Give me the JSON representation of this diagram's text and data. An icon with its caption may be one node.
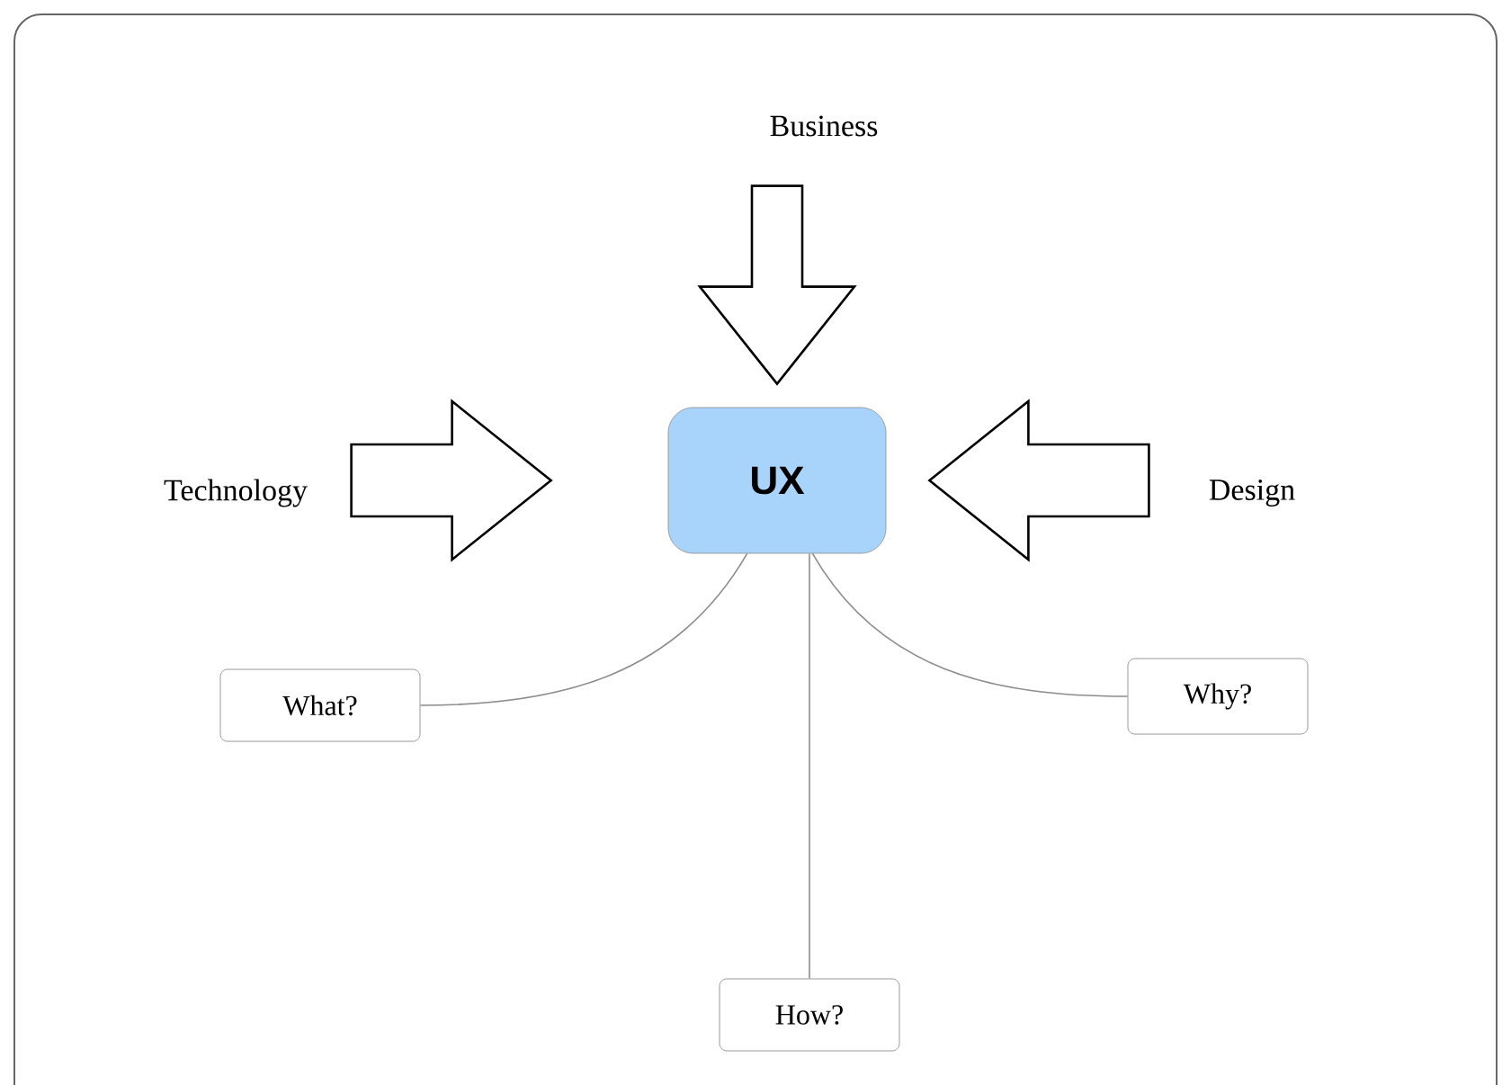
{
  "diagram": {
    "nodes": [
      {
        "text": [
          "Business"
        ]
      },
      {
        "text": [
          "Technology"
        ]
      },
      {
        "text": [
          "UX"
        ]
      },
      {
        "text": [
          "Design"
        ]
      },
      {
        "text": [
          "What?"
        ]
      },
      {
        "text": [
          "Why?"
        ]
      },
      {
        "text": [
          "How?"
        ]
      }
    ],
    "edges": [
      {
        "from": 0,
        "to": 2,
        "arrow": "to"
      },
      {
        "from": 1,
        "to": 2,
        "arrow": "to"
      },
      {
        "from": 3,
        "to": 2,
        "arrow": "to"
      },
      {
        "from": 2,
        "to": 4,
        "arrow": "none"
      },
      {
        "from": 2,
        "to": 5,
        "arrow": "none"
      },
      {
        "from": 2,
        "to": 6,
        "arrow": "none"
      }
    ]
  }
}
